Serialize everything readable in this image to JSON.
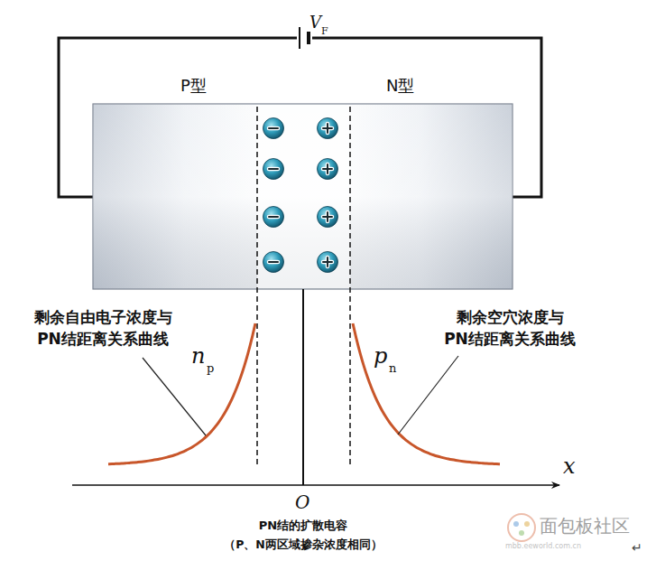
{
  "diagram": {
    "caption": "PN结的扩散电容",
    "labels": [
      "V",
      "F",
      "P型",
      "N型",
      "剩余自由电子浓度与 PN结距离关系曲线",
      "n",
      "p",
      "剩余空穴浓度与 PN结距离关系曲线",
      "p",
      "n",
      "x",
      "O",
      "（P、N两区域掺杂浓度相同）",
      "面包板社区",
      "mbb.eeworld.com.cn",
      "↵"
    ]
  }
}
